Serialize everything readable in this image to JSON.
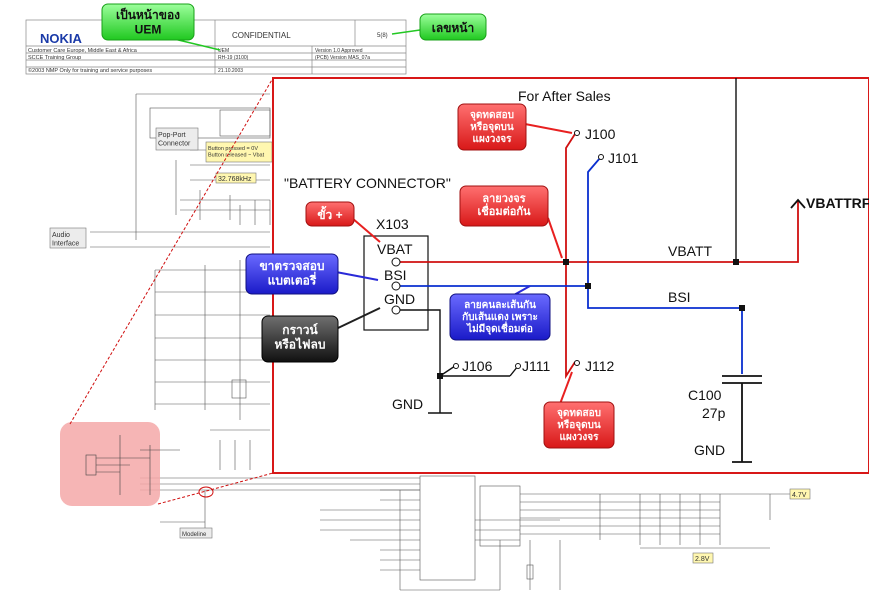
{
  "header": {
    "brand": "NOKIA",
    "confidential": "CONFIDENTIAL",
    "page": "5(8)",
    "company": "Customer Care Europe, Middle East & Africa",
    "group": "SCCE Training Group",
    "copyright": "©2003 NMP Only for training and service purposes",
    "ref1": "UEM",
    "ref2": "RH-19 (3100)",
    "ref3": "21.10.2003",
    "version1": "Version 1.0 Approved",
    "version2": "(PCB) Version MAS_07a"
  },
  "callouts": {
    "uem_page": "เป็นหน้าของ\nUEM",
    "page_number": "เลขหน้า",
    "test_point_top": "จุดทดสอบ\nหรือจุดบน\nแผงวงจร",
    "trace_connected": "ลายวงจร\nเชื่อมต่อกัน",
    "positive": "ขั้ว +",
    "battery_check": "ขาตรวจสอบ\nแบตเตอรี่",
    "crossing_note": "ลายคนละเส้นกัน\nกับเส้นแดง เพราะ\nไม่มีจุดเชื่อมต่อ",
    "ground": "กราวน์\nหรือไฟลบ",
    "test_point_bottom": "จุดทดสอบ\nหรือจุดบน\nแผงวงจร"
  },
  "schematic": {
    "for_after_sales": "For After Sales",
    "battery_connector": "\"BATTERY CONNECTOR\"",
    "x103": "X103",
    "vbat": "VBAT",
    "bsi_pin": "BSI",
    "gnd_pin": "GND",
    "j100": "J100",
    "j101": "J101",
    "j106": "J106",
    "j111": "J111",
    "j112": "J112",
    "vbatt": "VBATT",
    "bsi_net": "BSI",
    "vbattrf": "VBATTRF",
    "c100": "C100",
    "c100_value": "27p",
    "gnd_left": "GND",
    "gnd_right": "GND"
  },
  "background": {
    "popport": "Pop-Port\nConnector",
    "button_note": "Button pressed = 0V\nButton released ~ Vbat",
    "crystal": "32.768kHz",
    "audio": "Audio\nInterface",
    "v47": "4.7V",
    "v28": "2.8V",
    "modeline": "Modeline"
  },
  "colors": {
    "red_wire": "#d01010",
    "blue_wire": "#0a2fd0",
    "callout_red": "#e82020",
    "callout_blue": "#2a2ad8",
    "callout_green": "#22d022",
    "callout_black": "#202020",
    "highlight_pink": "#f4a8a8"
  }
}
